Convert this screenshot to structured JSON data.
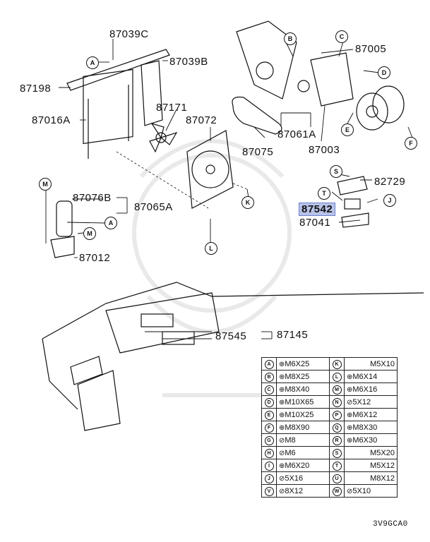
{
  "part_labels": {
    "p87039C": "87039C",
    "p87039B": "87039B",
    "p87198": "87198",
    "p87016A": "87016A",
    "p87171": "87171",
    "p87072": "87072",
    "p87075": "87075",
    "p87061A": "87061A",
    "p87003": "87003",
    "p87005": "87005",
    "p82729": "82729",
    "p87542": "87542",
    "p87041": "87041",
    "p87076B": "87076B",
    "p87065A": "87065A",
    "p87012": "87012",
    "p87545": "87545",
    "p87145": "87145"
  },
  "callouts": {
    "A1": "A",
    "A2": "A",
    "B": "B",
    "C": "C",
    "D": "D",
    "E": "E",
    "F": "F",
    "K": "K",
    "L": "L",
    "M1": "M",
    "M2": "M",
    "S": "S",
    "T": "T",
    "J": "J"
  },
  "fastener_table": [
    {
      "left_letter": "A",
      "left_sym": "⊕",
      "left_value": "M6X25",
      "right_letter": "K",
      "right_sym": "",
      "right_value": "M5X10"
    },
    {
      "left_letter": "B",
      "left_sym": "⊕",
      "left_value": "M8X25",
      "right_letter": "L",
      "right_sym": "⊕",
      "right_value": "M6X14"
    },
    {
      "left_letter": "C",
      "left_sym": "⊕",
      "left_value": "M8X40",
      "right_letter": "M",
      "right_sym": "⊕",
      "right_value": "M6X16"
    },
    {
      "left_letter": "D",
      "left_sym": "⊕",
      "left_value": "M10X65",
      "right_letter": "N",
      "right_sym": "⊘",
      "right_value": "5X12"
    },
    {
      "left_letter": "E",
      "left_sym": "⊕",
      "left_value": "M10X25",
      "right_letter": "P",
      "right_sym": "⊕",
      "right_value": "M6X12"
    },
    {
      "left_letter": "F",
      "left_sym": "⊕",
      "left_value": "M8X90",
      "right_letter": "Q",
      "right_sym": "⊕",
      "right_value": "M8X30"
    },
    {
      "left_letter": "G",
      "left_sym": "⊘",
      "left_value": "M8",
      "right_letter": "R",
      "right_sym": "⊕",
      "right_value": "M6X30"
    },
    {
      "left_letter": "H",
      "left_sym": "⊘",
      "left_value": "M6",
      "right_letter": "S",
      "right_sym": "",
      "right_value": "M5X20"
    },
    {
      "left_letter": "I",
      "left_sym": "⊕",
      "left_value": "M6X20",
      "right_letter": "T",
      "right_sym": "",
      "right_value": "M5X12"
    },
    {
      "left_letter": "J",
      "left_sym": "⊘",
      "left_value": "5X16",
      "right_letter": "U",
      "right_sym": "",
      "right_value": "M8X12"
    },
    {
      "left_letter": "V",
      "left_sym": "⊘",
      "left_value": "8X12",
      "right_letter": "W",
      "right_sym": "⊘",
      "right_value": "5X10"
    }
  ],
  "diagram_code": "3V9GCA0",
  "colors": {
    "highlight_fill": "#b8c3e8",
    "highlight_border": "#6b7fd0",
    "line": "#111111",
    "watermark": "#e9e9e9"
  }
}
